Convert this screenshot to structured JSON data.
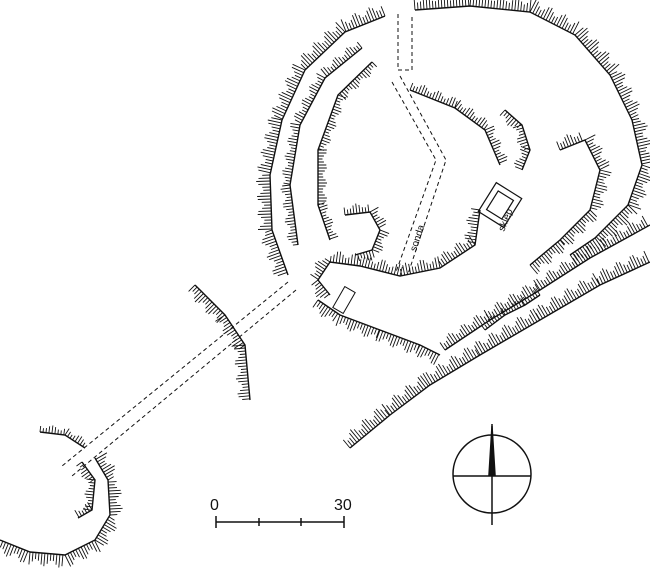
{
  "map": {
    "labels": {
      "trench": "sonda",
      "cellar": "sklep"
    },
    "scale_bar": {
      "start_label": "0",
      "end_label": "30"
    },
    "north_arrow": "compass-rose-icon",
    "colors": {
      "ink": "#111111",
      "paper": "#ffffff"
    }
  }
}
